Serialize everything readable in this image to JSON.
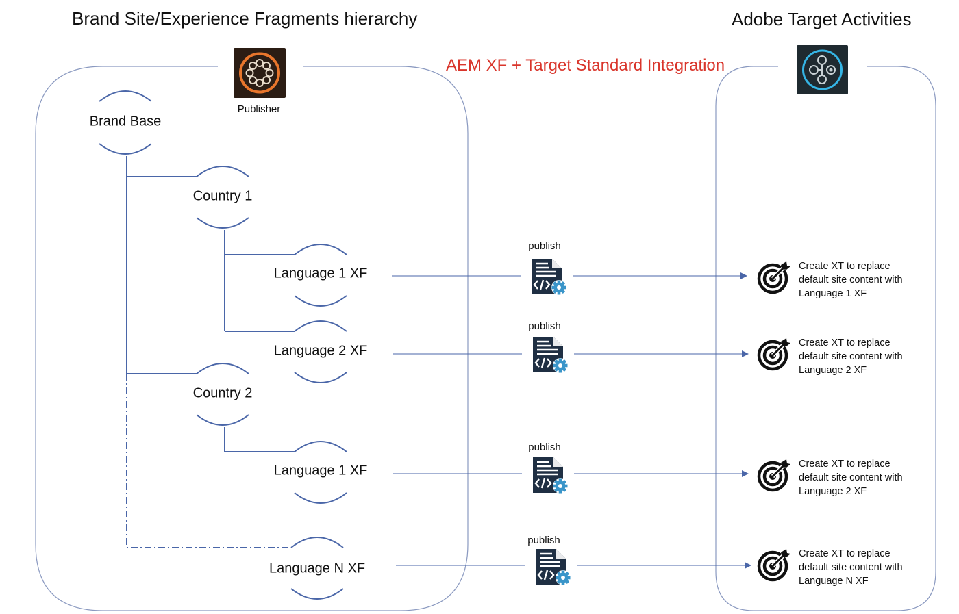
{
  "titles": {
    "left": "Brand Site/Experience Fragments hierarchy",
    "right": "Adobe Target Activities",
    "integration": "AEM XF + Target Standard Integration"
  },
  "colors": {
    "line": "#4a66a8",
    "frame": "#8a99c0",
    "integration_text": "#d9352b",
    "aem_orange": "#e8762c",
    "aem_bg": "#2b1d14",
    "target_blue": "#35b5e5",
    "target_bg": "#1f2a30",
    "gear": "#3a95c9",
    "doc": "#1f2f43"
  },
  "apps": {
    "publisher": {
      "label": "Publisher",
      "icon": "aem-experience-manager-icon"
    },
    "target": {
      "label": "",
      "icon": "adobe-target-icon"
    }
  },
  "hierarchy": {
    "root": "Brand Base",
    "countries": [
      {
        "label": "Country 1",
        "languages": [
          "Language 1 XF",
          "Language 2 XF"
        ]
      },
      {
        "label": "Country 2",
        "languages": [
          "Language 1 XF"
        ]
      }
    ],
    "extra": {
      "label": "Language N XF",
      "connector": "dash-dot"
    }
  },
  "publish_steps": [
    {
      "label": "publish",
      "icon": "code-document-gear-icon"
    },
    {
      "label": "publish",
      "icon": "code-document-gear-icon"
    },
    {
      "label": "publish",
      "icon": "code-document-gear-icon"
    },
    {
      "label": "publish",
      "icon": "code-document-gear-icon"
    }
  ],
  "activities": [
    {
      "icon": "target-arrow-icon",
      "lines": [
        "Create XT to replace",
        "default site content with",
        "Language 1 XF"
      ]
    },
    {
      "icon": "target-arrow-icon",
      "lines": [
        "Create XT to replace",
        "default site content with",
        "Language 2 XF"
      ]
    },
    {
      "icon": "target-arrow-icon",
      "lines": [
        "Create XT to replace",
        "default site content with",
        "Language 2 XF"
      ]
    },
    {
      "icon": "target-arrow-icon",
      "lines": [
        "Create XT to replace",
        "default site content with",
        "Language N XF"
      ]
    }
  ]
}
